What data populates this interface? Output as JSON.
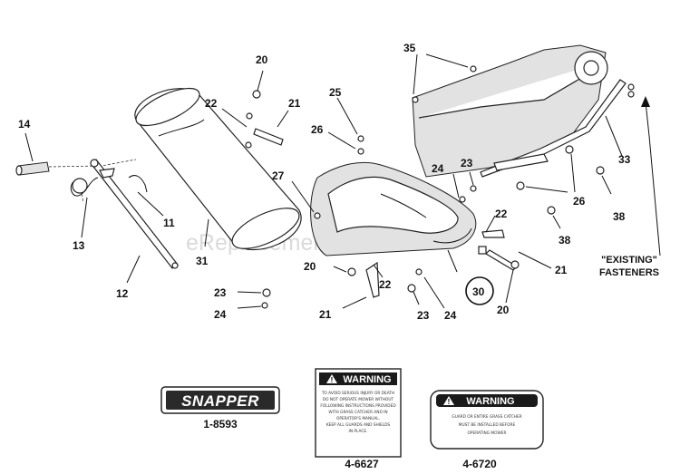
{
  "callouts": {
    "c11": "11",
    "c12": "12",
    "c13": "13",
    "c14": "14",
    "c20a": "20",
    "c20b": "20",
    "c20c": "20",
    "c21a": "21",
    "c21b": "21",
    "c21c": "21",
    "c22a": "22",
    "c22b": "22",
    "c22c": "22",
    "c23a": "23",
    "c23b": "23",
    "c23c": "23",
    "c24a": "24",
    "c24b": "24",
    "c24c": "24",
    "c25": "25",
    "c26a": "26",
    "c26b": "26",
    "c27": "27",
    "c30": "30",
    "c31": "31",
    "c33": "33",
    "c35": "35",
    "c38a": "38",
    "c38b": "38"
  },
  "existing_fasteners": {
    "line1": "\"EXISTING\"",
    "line2": "FASTENERS"
  },
  "watermark": "eReplacementParts.com",
  "decals": {
    "snapper": {
      "brand": "SNAPPER",
      "part_no": "1-8593"
    },
    "warning_a": {
      "heading": "WARNING",
      "part_no": "4-6627",
      "lines": [
        "TO AVOID SERIOUS INJURY OR DEATH",
        "DO NOT OPERATE MOWER WITHOUT",
        "FOLLOWING INSTRUCTIONS PROVIDED",
        "WITH GRASS CATCHER AND IN",
        "OPERATOR'S MANUAL.",
        "KEEP ALL GUARDS AND SHIELDS",
        "IN PLACE."
      ]
    },
    "warning_b": {
      "heading": "WARNING",
      "part_no": "4-6720",
      "lines": [
        "GUARD OR ENTIRE GRASS CATCHER",
        "MUST BE INSTALLED BEFORE",
        "OPERATING MOWER"
      ]
    }
  }
}
